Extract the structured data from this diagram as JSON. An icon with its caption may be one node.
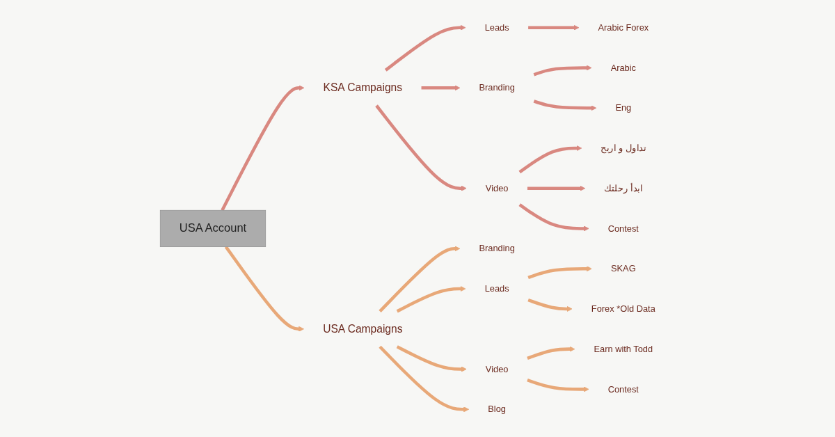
{
  "diagram": {
    "nodes": [
      {
        "text": [
          "USA Account"
        ]
      },
      {
        "text": [
          "KSA Campaigns"
        ]
      },
      {
        "text": [
          "Leads"
        ]
      },
      {
        "text": [
          "Arabic Forex"
        ]
      },
      {
        "text": [
          "Branding"
        ]
      },
      {
        "text": [
          "Arabic"
        ]
      },
      {
        "text": [
          "Eng"
        ]
      },
      {
        "text": [
          "Video"
        ]
      },
      {
        "text": [
          "تداول و اربح"
        ]
      },
      {
        "text": [
          "ابدأ رحلتك"
        ]
      },
      {
        "text": [
          "Contest"
        ]
      },
      {
        "text": [
          "USA Campaigns"
        ]
      },
      {
        "text": [
          "Branding"
        ]
      },
      {
        "text": [
          "Leads"
        ]
      },
      {
        "text": [
          "SKAG"
        ]
      },
      {
        "text": [
          "Forex *Old Data"
        ]
      },
      {
        "text": [
          "Video"
        ]
      },
      {
        "text": [
          "Earn with Todd"
        ]
      },
      {
        "text": [
          "Contest"
        ]
      },
      {
        "text": [
          "Blog"
        ]
      }
    ],
    "edges": [
      {
        "from": 0,
        "to": 1,
        "arrow": "to"
      },
      {
        "from": 1,
        "to": 2,
        "arrow": "to"
      },
      {
        "from": 2,
        "to": 3,
        "arrow": "to"
      },
      {
        "from": 1,
        "to": 4,
        "arrow": "to"
      },
      {
        "from": 4,
        "to": 5,
        "arrow": "to"
      },
      {
        "from": 4,
        "to": 6,
        "arrow": "to"
      },
      {
        "from": 1,
        "to": 7,
        "arrow": "to"
      },
      {
        "from": 7,
        "to": 8,
        "arrow": "to"
      },
      {
        "from": 7,
        "to": 9,
        "arrow": "to"
      },
      {
        "from": 7,
        "to": 10,
        "arrow": "to"
      },
      {
        "from": 0,
        "to": 11,
        "arrow": "to",
        "color": "#e8a878"
      },
      {
        "from": 11,
        "to": 12,
        "arrow": "to",
        "color": "#e8a878"
      },
      {
        "from": 11,
        "to": 13,
        "arrow": "to",
        "color": "#e8a878"
      },
      {
        "from": 13,
        "to": 14,
        "arrow": "to",
        "color": "#e8a878"
      },
      {
        "from": 13,
        "to": 15,
        "arrow": "to",
        "color": "#e8a878"
      },
      {
        "from": 11,
        "to": 16,
        "arrow": "to",
        "color": "#e8a878"
      },
      {
        "from": 16,
        "to": 17,
        "arrow": "to",
        "color": "#e8a878"
      },
      {
        "from": 16,
        "to": 18,
        "arrow": "to",
        "color": "#e8a878"
      },
      {
        "from": 11,
        "to": 19,
        "arrow": "to",
        "color": "#e8a878"
      }
    ]
  }
}
